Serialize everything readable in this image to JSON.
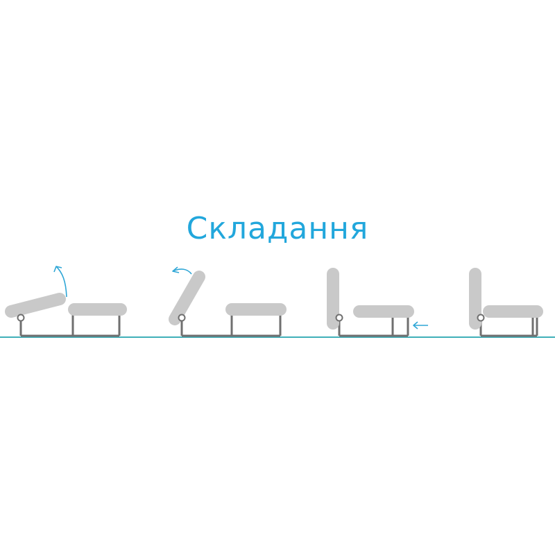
{
  "title": "Складання",
  "colors": {
    "title": "#22A7DC",
    "ground": "#3FAFB8",
    "cushion": "#C9C9C9",
    "legs": "#6F6F6F",
    "arrow": "#2EA6D6"
  },
  "steps": [
    {
      "step": 1,
      "state": "backrest lifting",
      "arrow": "curved-up"
    },
    {
      "step": 2,
      "state": "backrest tilting back",
      "arrow": "curved-left"
    },
    {
      "step": 3,
      "state": "backrest upright, seat sliding in",
      "arrow": "left"
    },
    {
      "step": 4,
      "state": "folded",
      "arrow": "none"
    }
  ]
}
